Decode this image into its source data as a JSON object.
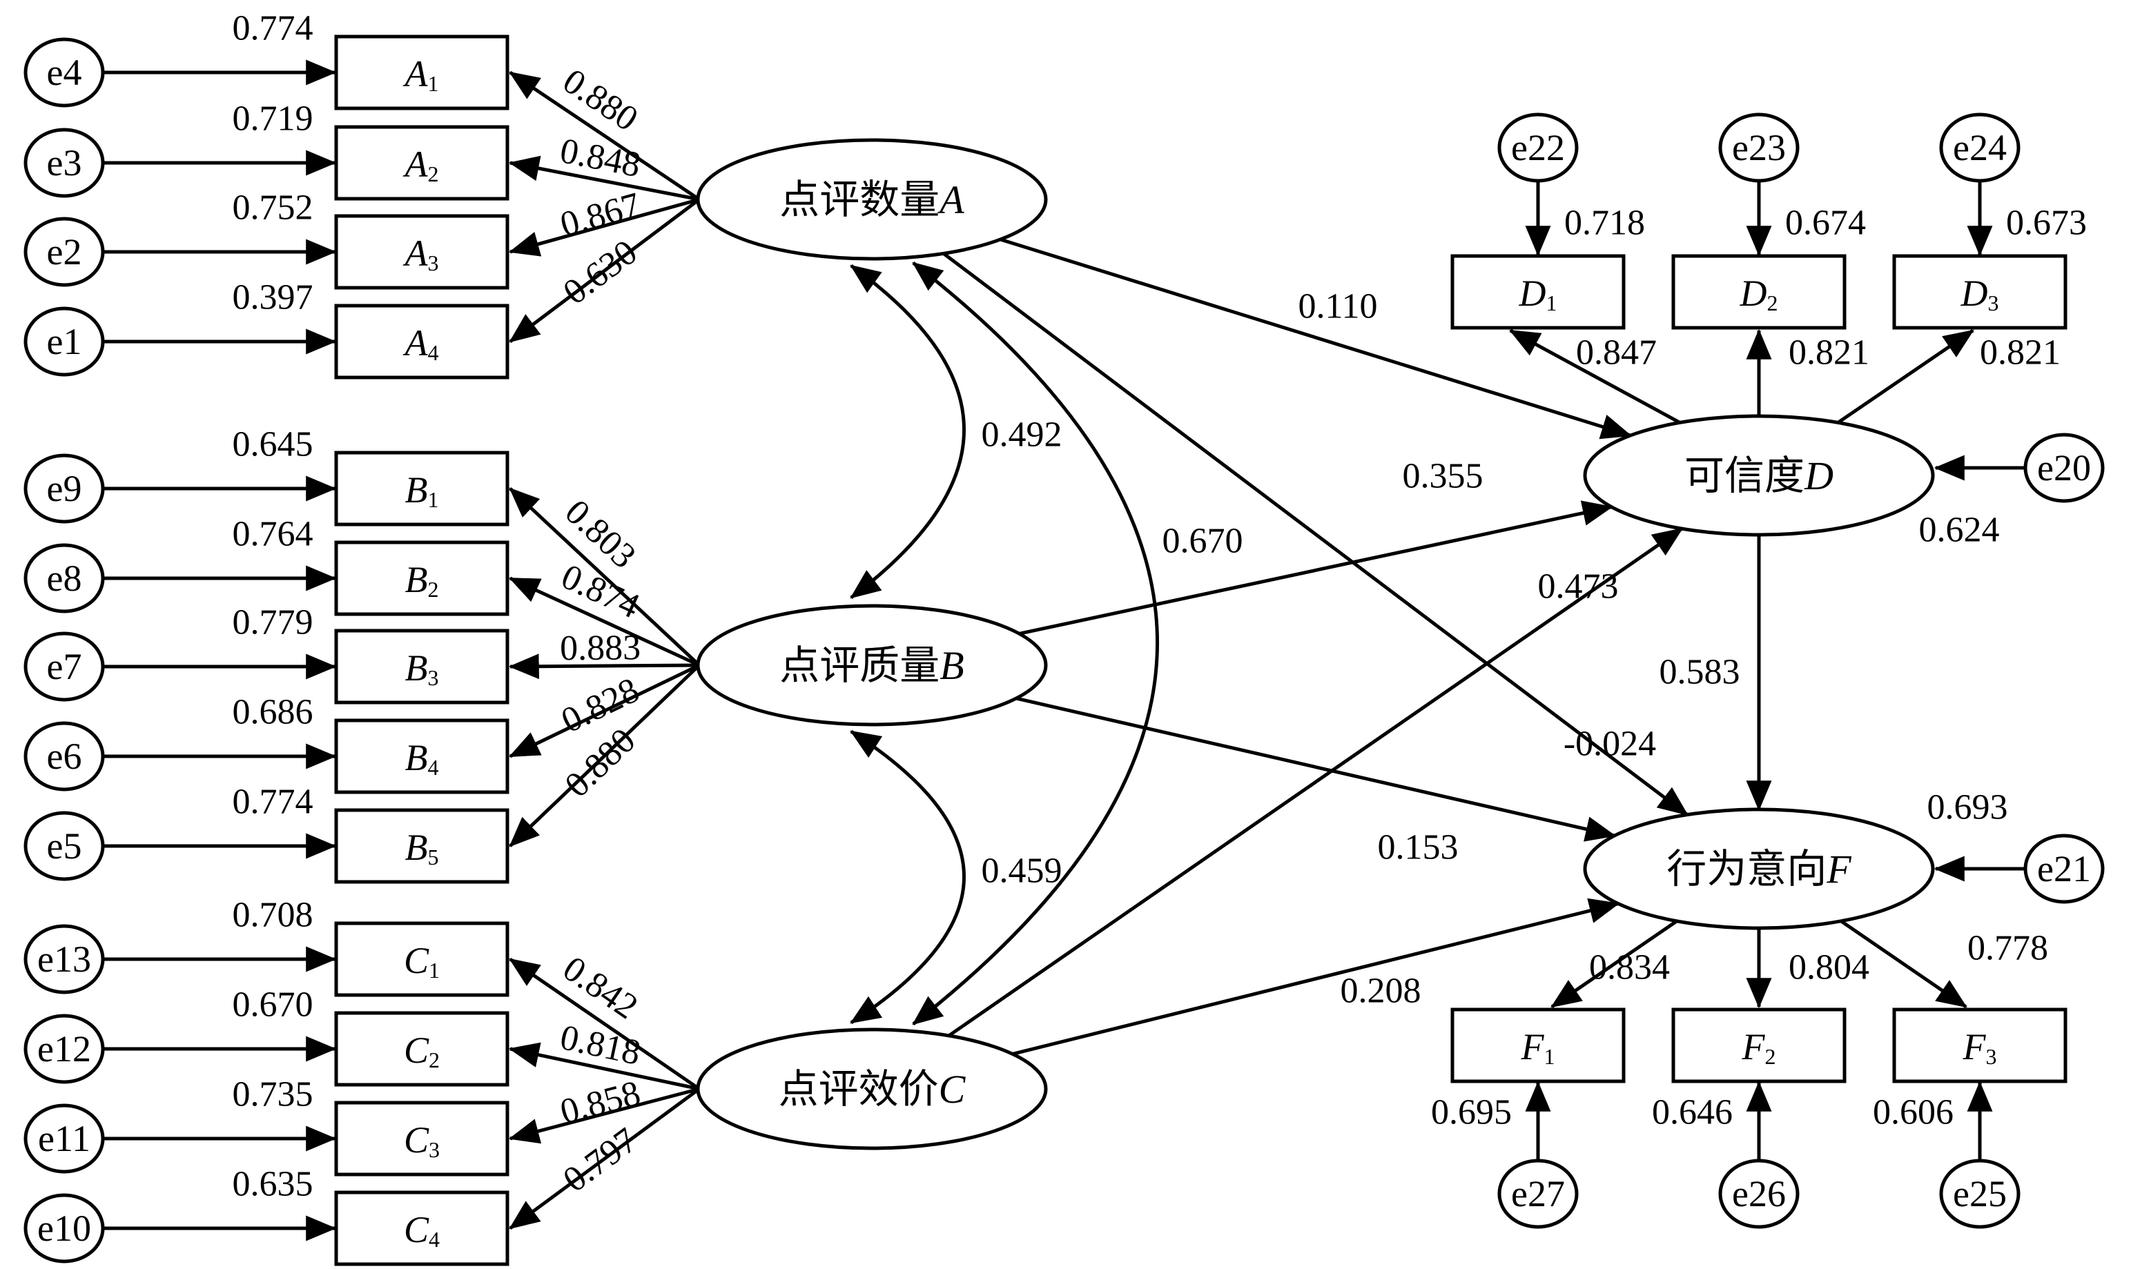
{
  "latents": {
    "A": {
      "name": "点评数量",
      "letter": "A"
    },
    "B": {
      "name": "点评质量",
      "letter": "B"
    },
    "C": {
      "name": "点评效价",
      "letter": "C"
    },
    "D": {
      "name": "可信度",
      "letter": "D"
    },
    "F": {
      "name": "行为意向",
      "letter": "F"
    }
  },
  "indicators_left": [
    {
      "err": "e4",
      "r2": "0.774",
      "main": "A",
      "sub": "1",
      "loading": "0.880"
    },
    {
      "err": "e3",
      "r2": "0.719",
      "main": "A",
      "sub": "2",
      "loading": "0.848"
    },
    {
      "err": "e2",
      "r2": "0.752",
      "main": "A",
      "sub": "3",
      "loading": "0.867"
    },
    {
      "err": "e1",
      "r2": "0.397",
      "main": "A",
      "sub": "4",
      "loading": "0.630"
    },
    {
      "err": "e9",
      "r2": "0.645",
      "main": "B",
      "sub": "1",
      "loading": "0.803"
    },
    {
      "err": "e8",
      "r2": "0.764",
      "main": "B",
      "sub": "2",
      "loading": "0.874"
    },
    {
      "err": "e7",
      "r2": "0.779",
      "main": "B",
      "sub": "3",
      "loading": "0.883"
    },
    {
      "err": "e6",
      "r2": "0.686",
      "main": "B",
      "sub": "4",
      "loading": "0.828"
    },
    {
      "err": "e5",
      "r2": "0.774",
      "main": "B",
      "sub": "5",
      "loading": "0.880"
    },
    {
      "err": "e13",
      "r2": "0.708",
      "main": "C",
      "sub": "1",
      "loading": "0.842"
    },
    {
      "err": "e12",
      "r2": "0.670",
      "main": "C",
      "sub": "2",
      "loading": "0.818"
    },
    {
      "err": "e11",
      "r2": "0.735",
      "main": "C",
      "sub": "3",
      "loading": "0.858"
    },
    {
      "err": "e10",
      "r2": "0.635",
      "main": "C",
      "sub": "4",
      "loading": "0.797"
    }
  ],
  "indicators_D": [
    {
      "err": "e22",
      "r2": "0.718",
      "main": "D",
      "sub": "1",
      "loading": "0.847"
    },
    {
      "err": "e23",
      "r2": "0.674",
      "main": "D",
      "sub": "2",
      "loading": "0.821"
    },
    {
      "err": "e24",
      "r2": "0.673",
      "main": "D",
      "sub": "3",
      "loading": "0.821"
    }
  ],
  "indicators_F": [
    {
      "err": "e27",
      "r2": "0.695",
      "main": "F",
      "sub": "1",
      "loading": "0.834"
    },
    {
      "err": "e26",
      "r2": "0.646",
      "main": "F",
      "sub": "2",
      "loading": "0.804"
    },
    {
      "err": "e25",
      "r2": "0.606",
      "main": "F",
      "sub": "3",
      "loading": "0.778"
    }
  ],
  "correlations": {
    "AB": "0.492",
    "AC": "0.670",
    "BC": "0.459"
  },
  "paths": {
    "AD": "0.110",
    "BD": "0.355",
    "CD": "0.473",
    "AF": "-0.024",
    "BF": "0.153",
    "CF": "0.208",
    "DF": "0.583"
  },
  "disturbances": {
    "D": {
      "err": "e20",
      "r2": "0.624"
    },
    "F": {
      "err": "e21",
      "r2": "0.693"
    }
  }
}
